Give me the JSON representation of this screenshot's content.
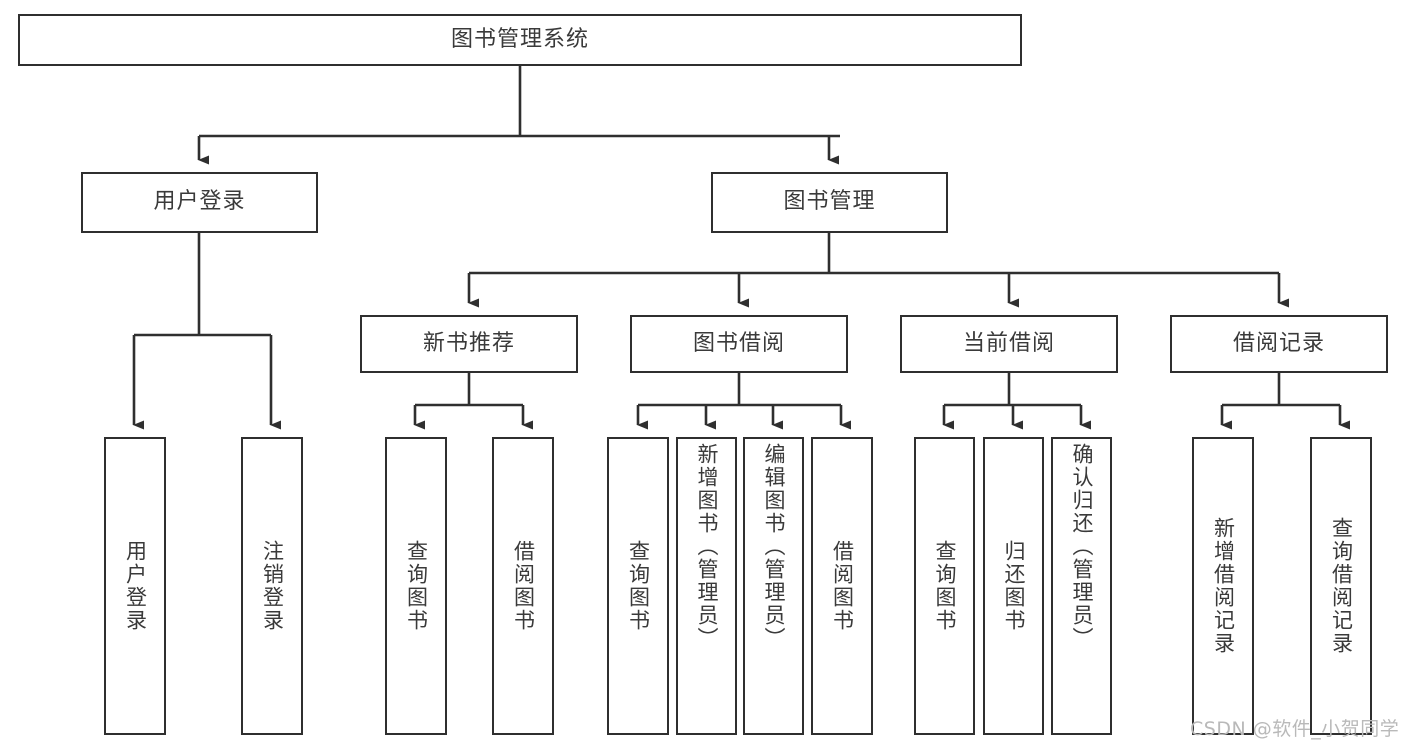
{
  "diagram": {
    "type": "tree-hierarchy",
    "title": "图书管理系统",
    "background_color": "#ffffff",
    "box_border_color": "#2f2f2f",
    "text_color": "#3a3a3a",
    "connector_color": "#2f2f2f"
  },
  "nodes": {
    "root": {
      "label": "图书管理系统",
      "level": 1,
      "orientation": "horizontal"
    },
    "login": {
      "label": "用户登录",
      "level": 2,
      "orientation": "horizontal"
    },
    "book_manage": {
      "label": "图书管理",
      "level": 2,
      "orientation": "horizontal"
    },
    "new_book_rec": {
      "label": "新书推荐",
      "level": 3,
      "orientation": "horizontal"
    },
    "book_borrow": {
      "label": "图书借阅",
      "level": 3,
      "orientation": "horizontal"
    },
    "current_borrow": {
      "label": "当前借阅",
      "level": 3,
      "orientation": "horizontal"
    },
    "borrow_record": {
      "label": "借阅记录",
      "level": 3,
      "orientation": "horizontal"
    },
    "leaf_user_login": {
      "label": "用户登录",
      "level": 4,
      "orientation": "vertical"
    },
    "leaf_user_logout": {
      "label": "注销登录",
      "level": 4,
      "orientation": "vertical"
    },
    "leaf_query_book_1": {
      "label": "查询图书",
      "level": 4,
      "orientation": "vertical"
    },
    "leaf_borrow_book_1": {
      "label": "借阅图书",
      "level": 4,
      "orientation": "vertical"
    },
    "leaf_query_book_2": {
      "label": "查询图书",
      "level": 4,
      "orientation": "vertical"
    },
    "leaf_add_book": {
      "label": "新增图书（管理员）",
      "level": 4,
      "orientation": "vertical"
    },
    "leaf_edit_book": {
      "label": "编辑图书（管理员）",
      "level": 4,
      "orientation": "vertical"
    },
    "leaf_borrow_book_2": {
      "label": "借阅图书",
      "level": 4,
      "orientation": "vertical"
    },
    "leaf_query_book_3": {
      "label": "查询图书",
      "level": 4,
      "orientation": "vertical"
    },
    "leaf_return_book": {
      "label": "归还图书",
      "level": 4,
      "orientation": "vertical"
    },
    "leaf_confirm_return": {
      "label": "确认归还（管理员）",
      "level": 4,
      "orientation": "vertical"
    },
    "leaf_add_record": {
      "label": "新增借阅记录",
      "level": 4,
      "orientation": "vertical"
    },
    "leaf_query_record": {
      "label": "查询借阅记录",
      "level": 4,
      "orientation": "vertical"
    }
  },
  "edges": [
    {
      "from": "root",
      "to": "login"
    },
    {
      "from": "root",
      "to": "book_manage"
    },
    {
      "from": "login",
      "to": "leaf_user_login"
    },
    {
      "from": "login",
      "to": "leaf_user_logout"
    },
    {
      "from": "book_manage",
      "to": "new_book_rec"
    },
    {
      "from": "book_manage",
      "to": "book_borrow"
    },
    {
      "from": "book_manage",
      "to": "current_borrow"
    },
    {
      "from": "book_manage",
      "to": "borrow_record"
    },
    {
      "from": "new_book_rec",
      "to": "leaf_query_book_1"
    },
    {
      "from": "new_book_rec",
      "to": "leaf_borrow_book_1"
    },
    {
      "from": "book_borrow",
      "to": "leaf_query_book_2"
    },
    {
      "from": "book_borrow",
      "to": "leaf_add_book"
    },
    {
      "from": "book_borrow",
      "to": "leaf_edit_book"
    },
    {
      "from": "book_borrow",
      "to": "leaf_borrow_book_2"
    },
    {
      "from": "current_borrow",
      "to": "leaf_query_book_3"
    },
    {
      "from": "current_borrow",
      "to": "leaf_return_book"
    },
    {
      "from": "current_borrow",
      "to": "leaf_confirm_return"
    },
    {
      "from": "borrow_record",
      "to": "leaf_add_record"
    },
    {
      "from": "borrow_record",
      "to": "leaf_query_record"
    }
  ],
  "watermark": {
    "text": "CSDN @软件_小贺同学",
    "color": "#b9b9b9"
  }
}
